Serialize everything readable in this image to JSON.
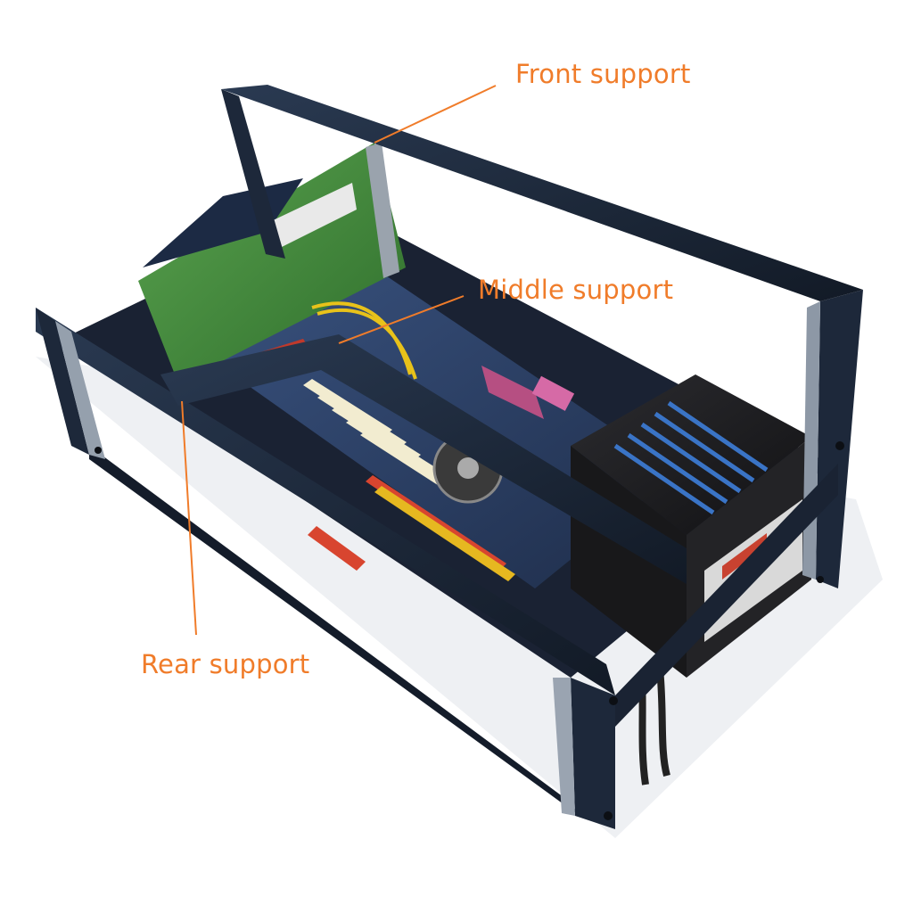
{
  "callouts": {
    "front": "Front support",
    "middle": "Middle support",
    "rear": "Rear support"
  },
  "colors": {
    "callout": "#f07c2a",
    "frame": "#1b2738",
    "frame_edge": "#3d4e66",
    "pcb_green": "#3f8a3a",
    "motherboard": "#2b3f63",
    "psu": "#1e1e20"
  }
}
